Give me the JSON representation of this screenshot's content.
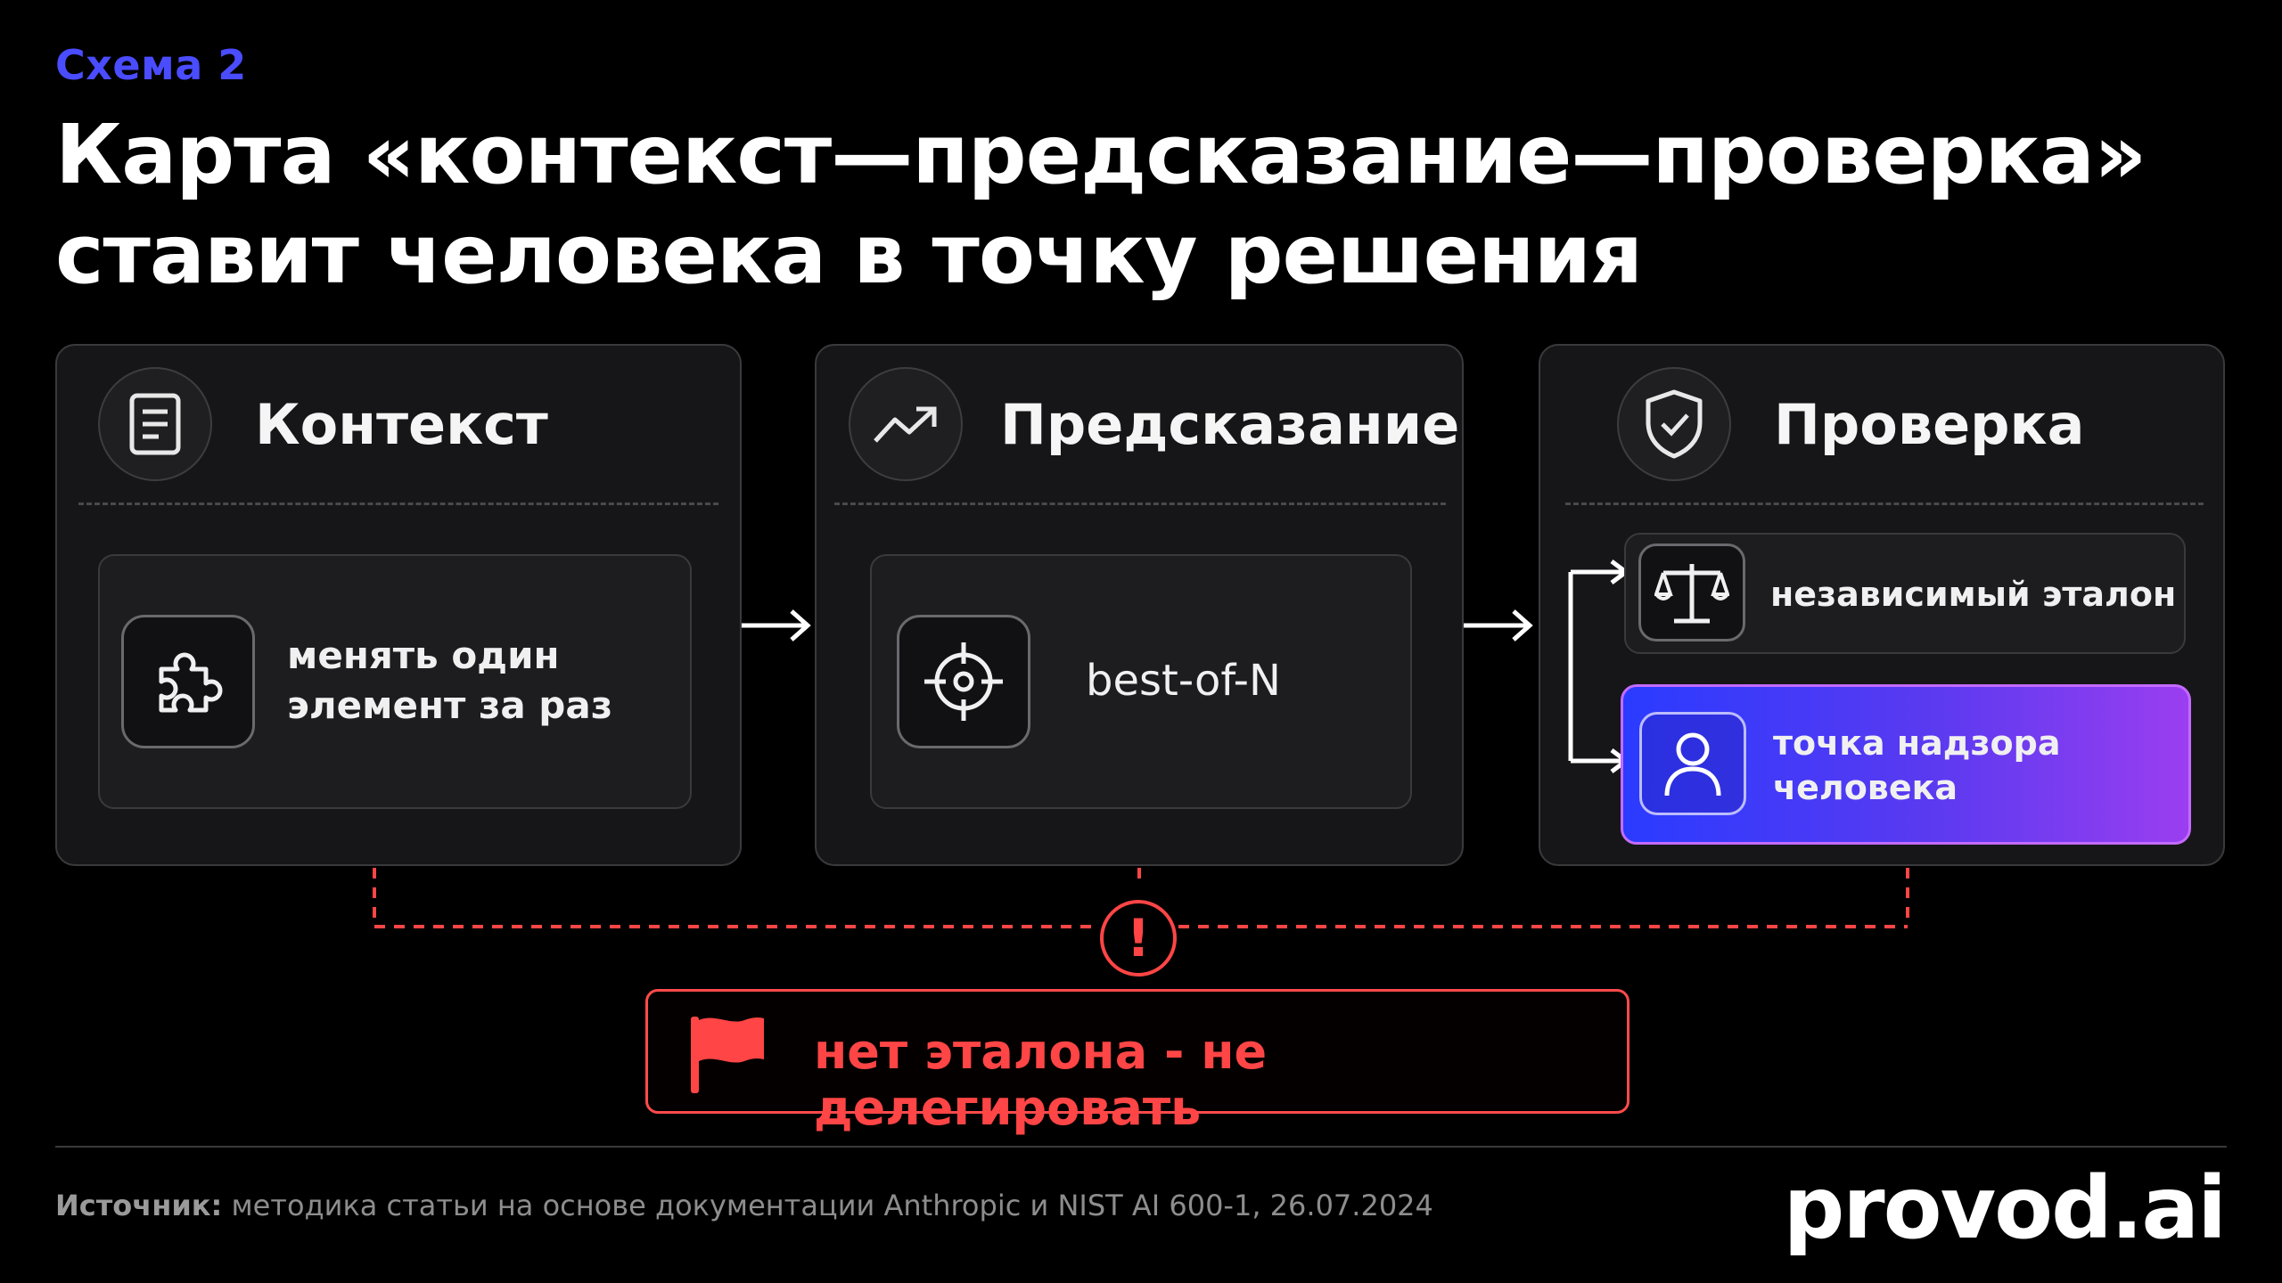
{
  "header": {
    "eyebrow": "Схема 2",
    "title_line1": "Карта «контекст—предсказание—проверка»",
    "title_line2": "ставит человека в точку решения"
  },
  "cards": [
    {
      "title": "Контекст",
      "icon": "document-icon",
      "item": {
        "icon": "puzzle-icon",
        "line1": "менять один",
        "line2": "элемент за раз"
      }
    },
    {
      "title": "Предсказание",
      "icon": "trend-up-icon",
      "item": {
        "icon": "target-icon",
        "text": "best-of-N"
      }
    },
    {
      "title": "Проверка",
      "icon": "shield-check-icon",
      "items": [
        {
          "icon": "scales-icon",
          "text": "независимый эталон"
        },
        {
          "icon": "user-icon",
          "line1": "точка надзора",
          "line2": "человека"
        }
      ]
    }
  ],
  "warning": {
    "icon": "flag-icon",
    "alert_glyph": "!",
    "text": "нет эталона - не делегировать"
  },
  "footer": {
    "source_label": "Источник:",
    "source_text": " методика статьи на основе документации Anthropic и NIST AI 600-1, 26.07.2024",
    "logo": "provod.ai"
  },
  "colors": {
    "accent": "#4a4cff",
    "warning": "#ff4545",
    "highlight_start": "#2a3bff",
    "highlight_end": "#9a3ef0"
  }
}
